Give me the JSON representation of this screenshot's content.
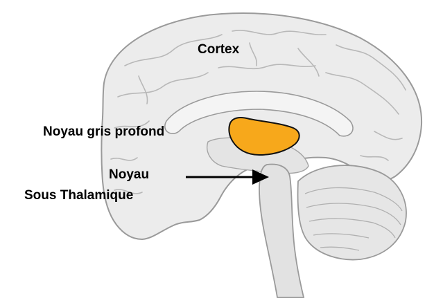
{
  "labels": {
    "cortex": "Cortex",
    "noyau_gris_profond": "Noyau gris profond",
    "noyau_line1": "Noyau",
    "noyau_line2": "Sous Thalamique"
  },
  "colors": {
    "background": "#ffffff",
    "brain_fill": "#ececec",
    "brain_stroke": "#9a9a9a",
    "highlight_fill": "#f7a81b",
    "highlight_stroke": "#111111",
    "arrow": "#000000",
    "text": "#000000"
  }
}
